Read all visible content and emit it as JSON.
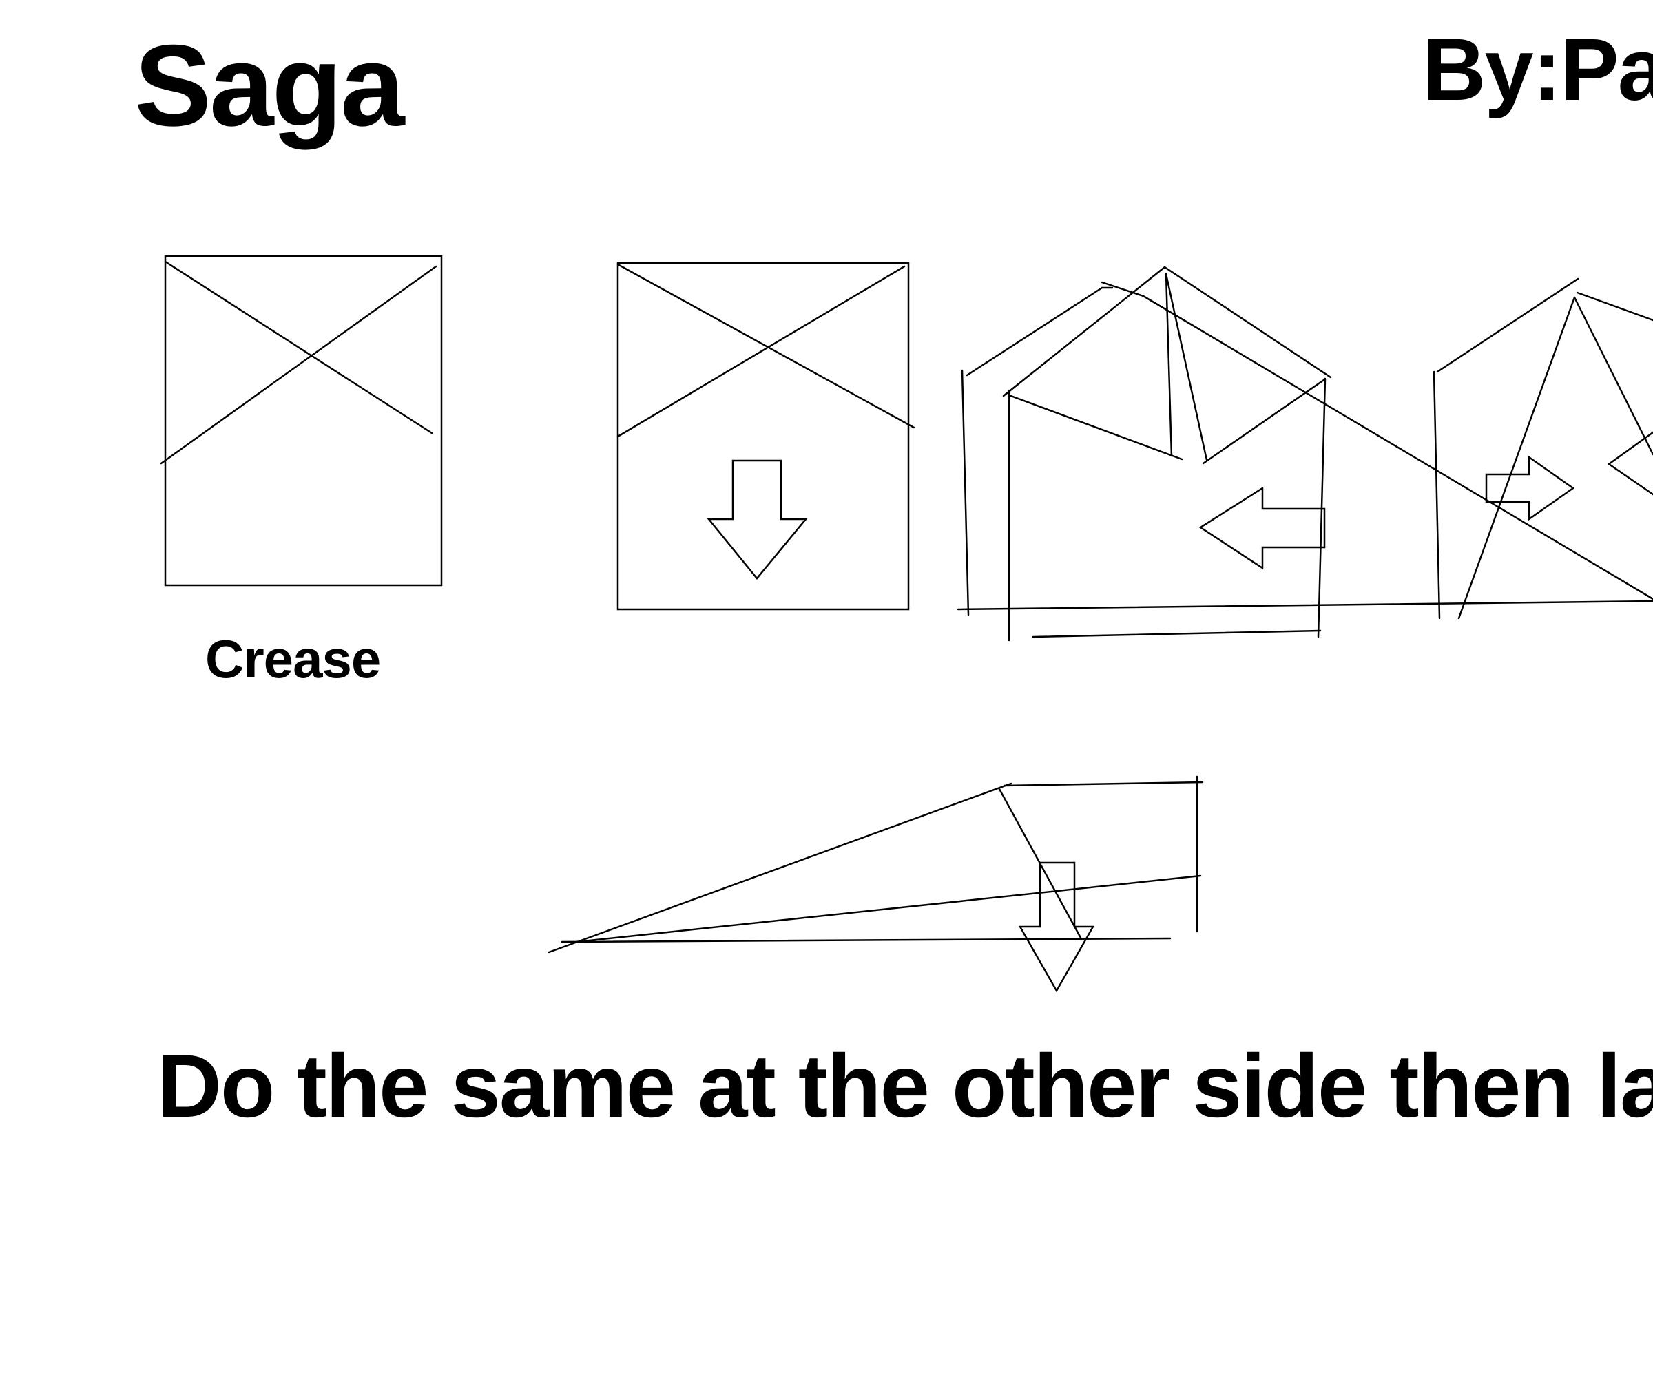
{
  "title": "Saga",
  "author": "By:Par",
  "steps": {
    "step1_label": "Crease"
  },
  "caption": "Do the same at the other side then lau",
  "colors": {
    "ink": "#000000",
    "paper": "#ffffff"
  }
}
